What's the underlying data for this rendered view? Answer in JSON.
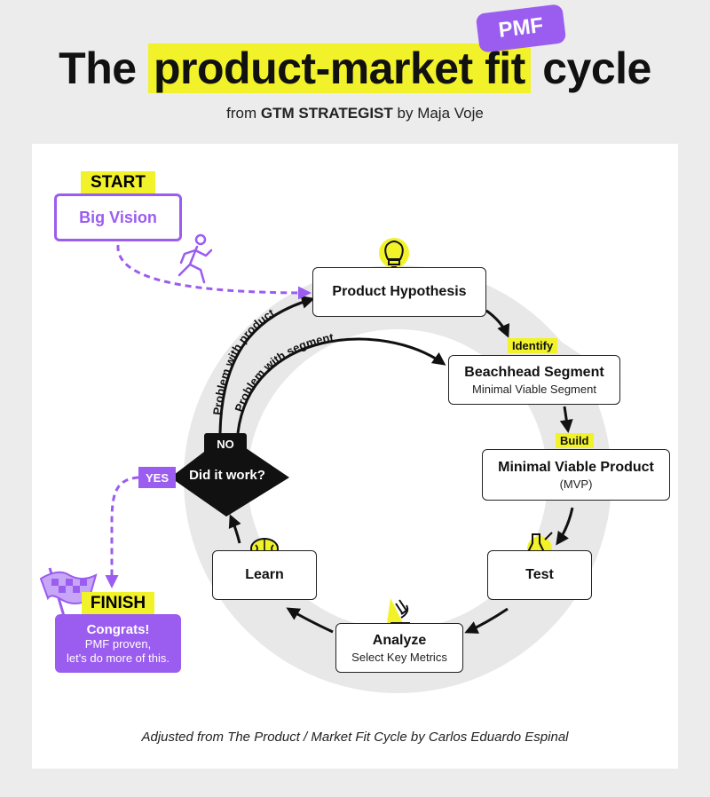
{
  "header": {
    "title_pre": "The",
    "title_highlight": "product-market fit",
    "title_post": "cycle",
    "badge": "PMF",
    "subtitle_pre": "from",
    "subtitle_brand": "GTM STRATEGIST",
    "subtitle_post": "by Maja Voje"
  },
  "start": {
    "tag": "START",
    "label": "Big Vision"
  },
  "finish": {
    "tag": "FINISH",
    "title": "Congrats!",
    "line1": "PMF proven,",
    "line2": "let's do more of this."
  },
  "steps": {
    "hypothesis": {
      "label": "Product Hypothesis"
    },
    "segment": {
      "tag": "Identify",
      "label": "Beachhead Segment",
      "sub": "Minimal Viable Segment"
    },
    "mvp": {
      "tag": "Build",
      "label": "Minimal Viable Product",
      "sub": "(MVP)"
    },
    "test": {
      "label": "Test"
    },
    "analyze": {
      "label": "Analyze",
      "sub": "Select Key Metrics"
    },
    "learn": {
      "label": "Learn"
    }
  },
  "decision": {
    "label": "Did it work?",
    "no": "NO",
    "yes": "YES"
  },
  "loops": {
    "product": "Problem with product",
    "segment": "Problem with segment"
  },
  "colors": {
    "accent_purple": "#9b5cf0",
    "highlight_yellow": "#f1f22a",
    "ring_gray": "#e8e8e8"
  },
  "footer": "Adjusted from The Product / Market Fit Cycle by Carlos Eduardo Espinal"
}
